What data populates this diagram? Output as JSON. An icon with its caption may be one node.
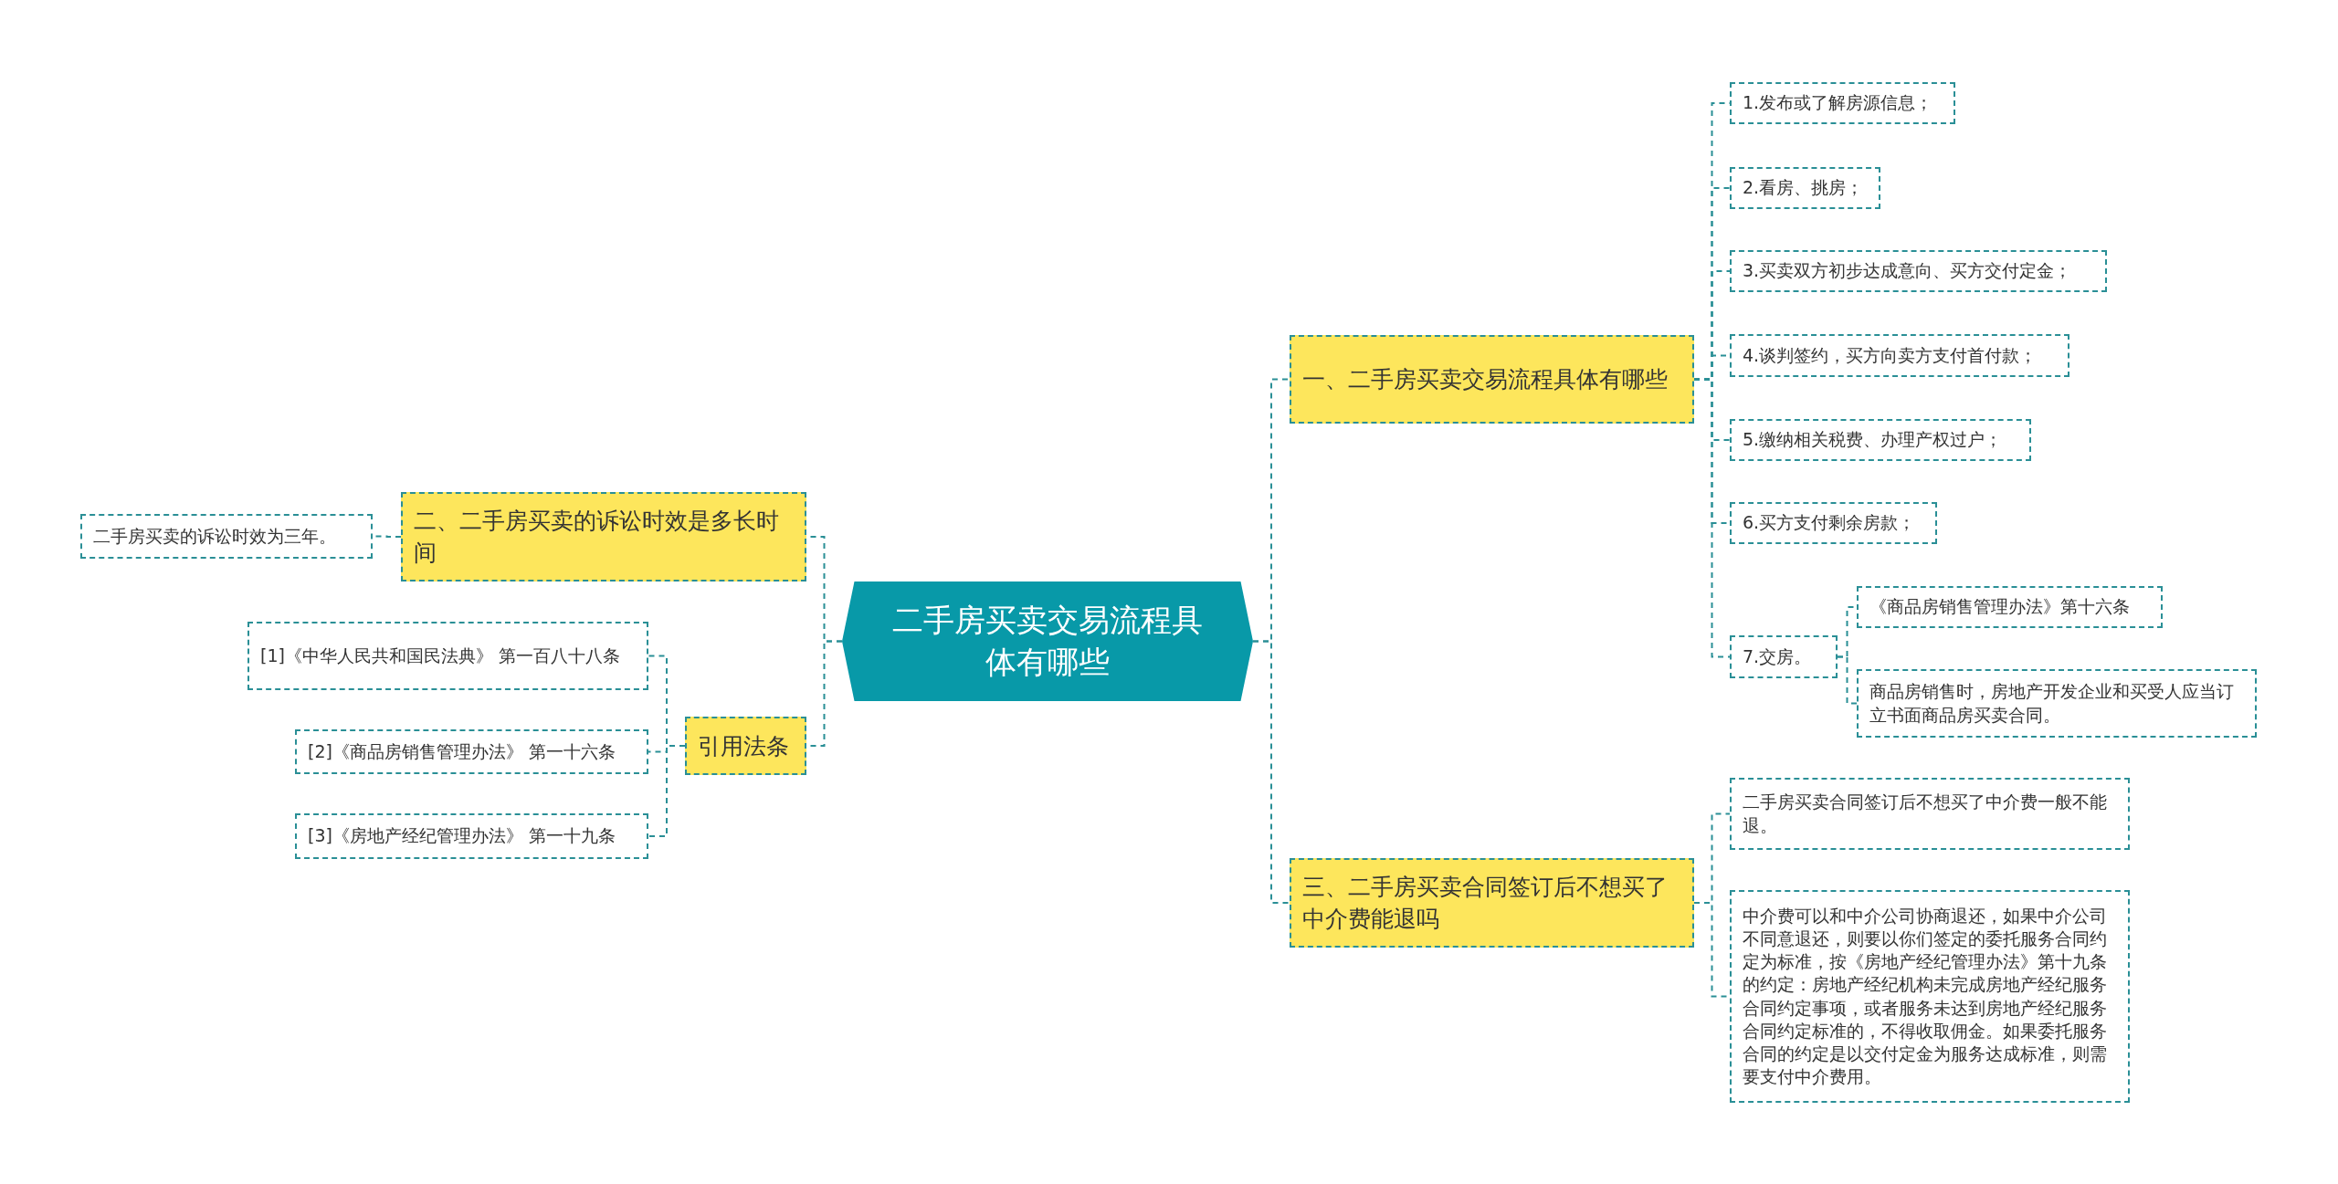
{
  "diagram": {
    "nodes": [
      {
        "text": [
          "二手房买卖交易流程具体有哪些"
        ]
      },
      {
        "text": [
          "一、二手房买卖交易流程具体有哪些"
        ]
      },
      {
        "text": [
          "1.发布或了解房源信息；"
        ]
      },
      {
        "text": [
          "2.看房、挑房；"
        ]
      },
      {
        "text": [
          "3.买卖双方初步达成意向、买方交付定金；"
        ]
      },
      {
        "text": [
          "4.谈判签约，买方向卖方支付首付款；"
        ]
      },
      {
        "text": [
          "5.缴纳相关税费、办理产权过户；"
        ]
      },
      {
        "text": [
          "6.买方支付剩余房款；"
        ]
      },
      {
        "text": [
          "7.交房。"
        ]
      },
      {
        "text": [
          "《商品房销售管理办法》第十六条"
        ]
      },
      {
        "text": [
          "商品房销售时，房地产开发企业和买受人应当订立书面商品房买卖合同。"
        ]
      },
      {
        "text": [
          "三、二手房买卖合同签订后不想买了中介费能退吗"
        ]
      },
      {
        "text": [
          "二手房买卖合同签订后不想买了中介费一般不能退。"
        ]
      },
      {
        "text": [
          "中介费可以和中介公司协商退还，如果中介公司不同意退还，则要以你们签定的委托服务合同约定为标准，按《房地产经纪管理办法》第十九条的约定：房地产经纪机构未完成房地产经纪服务合同约定事项，或者服务未达到房地产经纪服务合同约定标准的，不得收取佣金。如果委托服务合同的约定是以交付定金为服务达成标准，则需要支付中介费用。"
        ]
      },
      {
        "text": [
          "二、二手房买卖的诉讼时效是多长时间"
        ]
      },
      {
        "text": [
          "二手房买卖的诉讼时效为三年。"
        ]
      },
      {
        "text": [
          "引用法条"
        ]
      },
      {
        "text": [
          "[1]《中华人民共和国民法典》 第一百八十八条"
        ]
      },
      {
        "text": [
          "[2]《商品房销售管理办法》 第一十六条"
        ]
      },
      {
        "text": [
          "[3]《房地产经纪管理办法》 第一十九条"
        ]
      }
    ],
    "edges": [
      {
        "from": 0,
        "to": 1,
        "arrow": "none"
      },
      {
        "from": 1,
        "to": 2,
        "arrow": "none"
      },
      {
        "from": 1,
        "to": 3,
        "arrow": "none"
      },
      {
        "from": 1,
        "to": 4,
        "arrow": "none"
      },
      {
        "from": 1,
        "to": 5,
        "arrow": "none"
      },
      {
        "from": 1,
        "to": 6,
        "arrow": "none"
      },
      {
        "from": 1,
        "to": 7,
        "arrow": "none"
      },
      {
        "from": 1,
        "to": 8,
        "arrow": "none"
      },
      {
        "from": 8,
        "to": 9,
        "arrow": "none"
      },
      {
        "from": 8,
        "to": 10,
        "arrow": "none"
      },
      {
        "from": 0,
        "to": 11,
        "arrow": "none"
      },
      {
        "from": 11,
        "to": 12,
        "arrow": "none"
      },
      {
        "from": 11,
        "to": 13,
        "arrow": "none"
      },
      {
        "from": 0,
        "to": 14,
        "arrow": "none"
      },
      {
        "from": 14,
        "to": 15,
        "arrow": "none"
      },
      {
        "from": 0,
        "to": 16,
        "arrow": "none"
      },
      {
        "from": 16,
        "to": 17,
        "arrow": "none"
      },
      {
        "from": 16,
        "to": 18,
        "arrow": "none"
      },
      {
        "from": 16,
        "to": 19,
        "arrow": "none"
      }
    ]
  }
}
